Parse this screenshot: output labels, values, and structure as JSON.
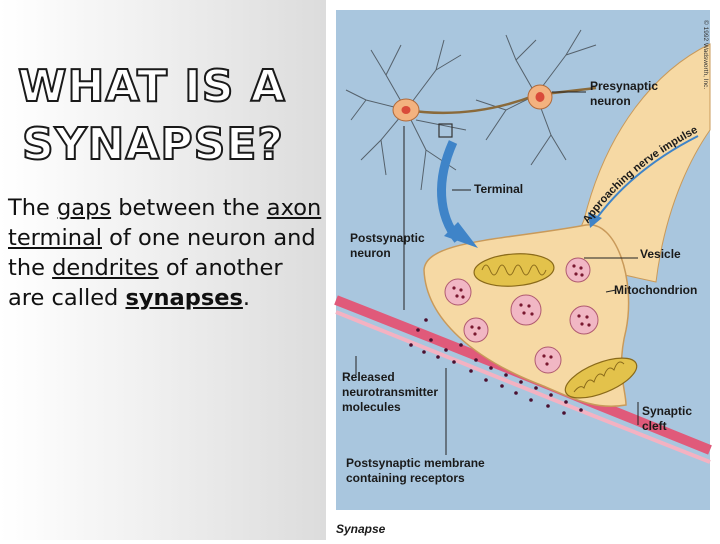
{
  "slide": {
    "title_line1": "WHAT IS A",
    "title_line2": "SYNAPSE?",
    "body": {
      "p1": "The",
      "p2": "gaps",
      "p3": "between the",
      "p4": "axon terminal",
      "p5": "of one neuron and the",
      "p6": "dendrites",
      "p7": "of another are called",
      "p8": "synapses",
      "p9": "."
    }
  },
  "figure": {
    "labels": {
      "presynaptic_1": "Presynaptic",
      "presynaptic_2": "neuron",
      "impulse": "Approaching nerve impulse",
      "terminal": "Terminal",
      "postsynaptic_1": "Postsynaptic",
      "postsynaptic_2": "neuron",
      "vesicle": "Vesicle",
      "mitochondrion": "Mitochondrion",
      "released_1": "Released",
      "released_2": "neurotransmitter",
      "released_3": "molecules",
      "cleft_1": "Synaptic",
      "cleft_2": "cleft",
      "membrane_1": "Postsynaptic membrane",
      "membrane_2": "containing receptors",
      "caption": "Synapse",
      "copyright": "© 1992 Wadsworth, Inc."
    },
    "colors": {
      "background": "#a9c6de",
      "terminal_fill": "#f6d9a4",
      "membrane": "#e05a7a",
      "vesicle": "#f1b7c4",
      "mitochondrion": "#e3c24b",
      "arrow": "#3f84c8"
    }
  }
}
